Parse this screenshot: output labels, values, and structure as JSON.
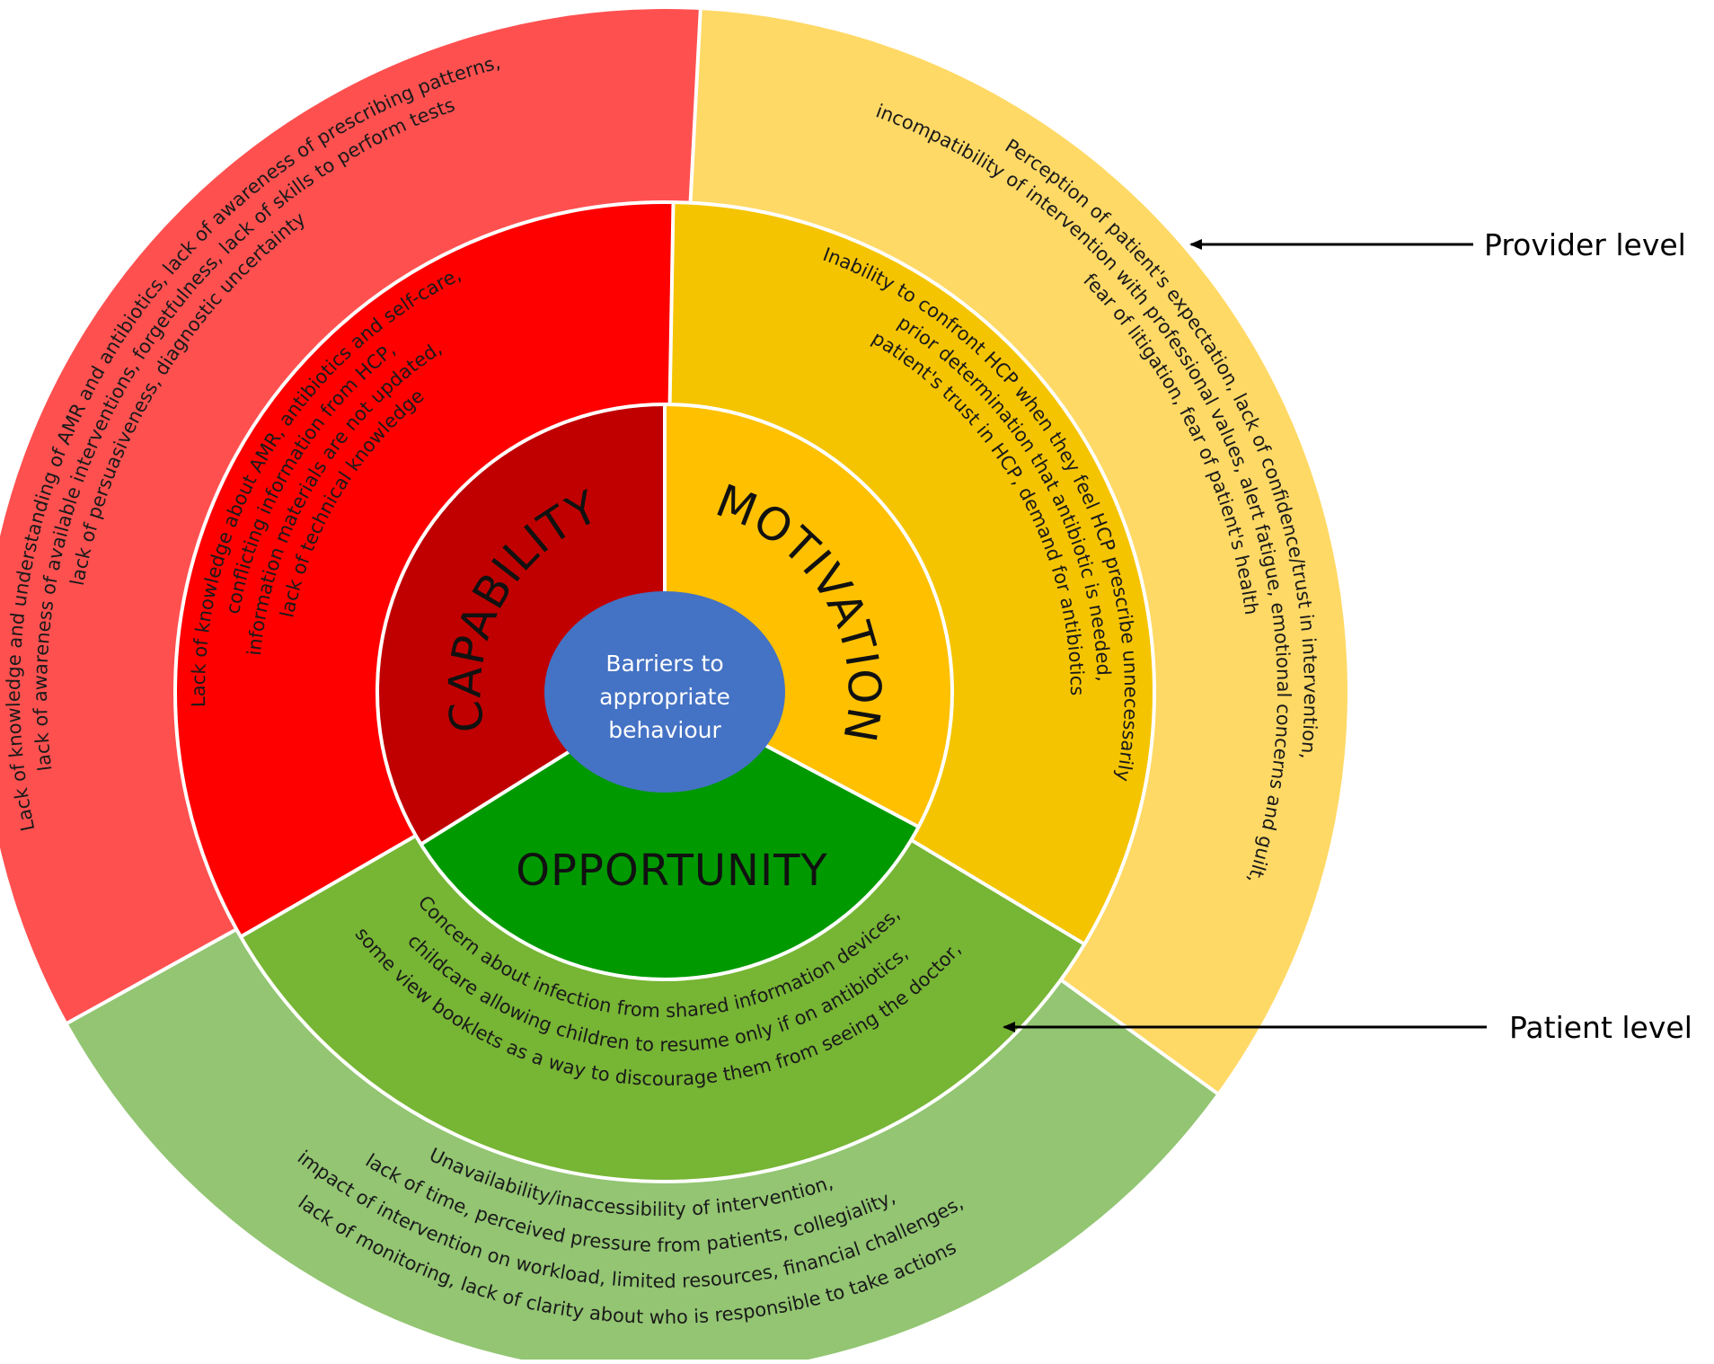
{
  "center": {
    "lines": [
      "Barriers to",
      "appropriate",
      "behaviour"
    ],
    "color": "#4472C4"
  },
  "sectors": {
    "capability": {
      "label": "CAPABILITY",
      "colors": {
        "core": "#C00000",
        "middle": "#FF0000",
        "outer": "#FF5050"
      },
      "middle_lines": [
        "Lack of knowledge about AMR, antibiotics and self-care,",
        "conflicting information from HCP,",
        "information materials are not updated,",
        "lack of technical knowledge"
      ],
      "outer_lines": [
        "Lack of knowledge and understanding of AMR and antibiotics, lack of awareness of prescribing patterns,",
        "lack of awareness of available interventions, forgetfulness, lack of skills to perform tests",
        "lack of persuasiveness, diagnostic uncertainty"
      ]
    },
    "motivation": {
      "label": "MOTIVATION",
      "colors": {
        "core": "#FFC000",
        "middle": "#F5C400",
        "outer": "#FFD966"
      },
      "middle_lines": [
        "Inability to confront HCP when they feel HCP prescribe unnecessarily",
        "prior determination that antibiotic is needed,",
        "patient's trust in HCP, demand for antibiotics"
      ],
      "outer_lines": [
        "Perception of patient's expectation, lack of confidence/trust in intervention,",
        "incompatibility of intervention with professional values, alert fatigue, emotional concerns and guilt,",
        "fear of litigation, fear of patient's health"
      ]
    },
    "opportunity": {
      "label": "OPPORTUNITY",
      "colors": {
        "core": "#009900",
        "middle": "#77B534",
        "outer": "#93C572"
      },
      "middle_lines": [
        "Concern about infection from shared information devices,",
        "childcare allowing children to resume only if on antibiotics,",
        "some view booklets as a way to discourage them from seeing the doctor,"
      ],
      "outer_lines": [
        "Unavailability/inaccessibility of intervention,",
        "lack of time, perceived pressure from patients, collegiality,",
        "impact of intervention on workload, limited resources, financial challenges,",
        "lack of monitoring, lack of clarity about who is responsible to take actions"
      ]
    }
  },
  "annotations": {
    "provider_level": "Provider level",
    "patient_level": "Patient level"
  }
}
